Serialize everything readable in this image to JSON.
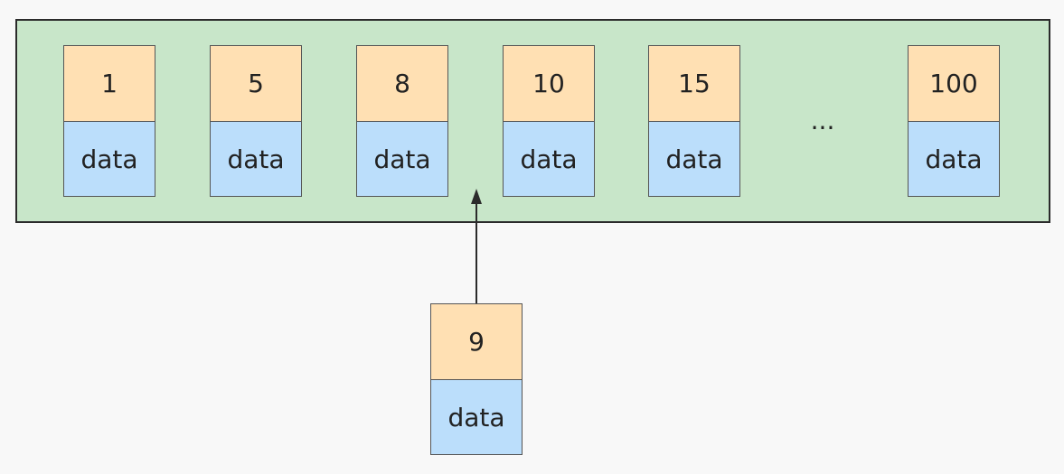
{
  "page": {
    "records": [
      {
        "key": "1",
        "value": "data"
      },
      {
        "key": "5",
        "value": "data"
      },
      {
        "key": "8",
        "value": "data"
      },
      {
        "key": "10",
        "value": "data"
      },
      {
        "key": "15",
        "value": "data"
      },
      {
        "key": "100",
        "value": "data"
      }
    ],
    "ellipsis": "..."
  },
  "new_record": {
    "key": "9",
    "value": "data"
  },
  "colors": {
    "page_fill": "#c8e6c9",
    "key_fill": "#ffe0b3",
    "value_fill": "#bbdefb",
    "border": "#2b2b2b"
  }
}
